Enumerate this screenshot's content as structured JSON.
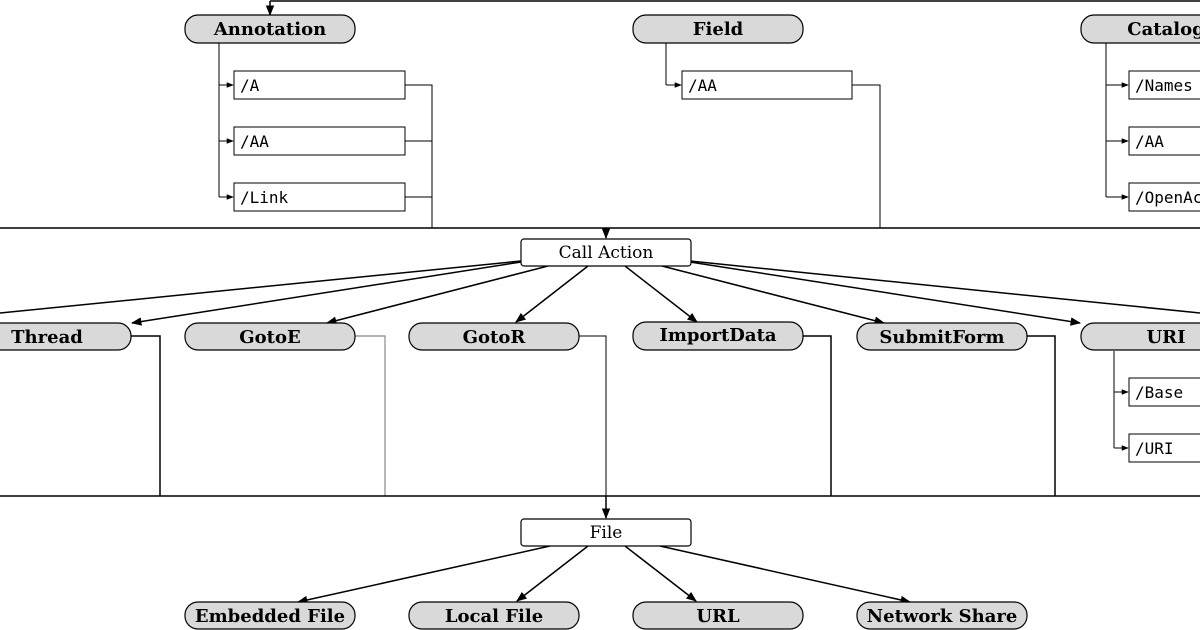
{
  "sources": {
    "annotation": {
      "label": "Annotation",
      "keys": [
        "/A",
        "/AA",
        "/Link"
      ]
    },
    "field": {
      "label": "Field",
      "keys": [
        "/AA"
      ]
    },
    "catalog": {
      "label": "Catalog",
      "keys": [
        "/Names",
        "/AA",
        "/OpenAction"
      ]
    }
  },
  "call_action": {
    "label": "Call Action"
  },
  "actions": {
    "thread": {
      "label": "Thread"
    },
    "gotoe": {
      "label": "GotoE"
    },
    "gotor": {
      "label": "GotoR"
    },
    "importdata": {
      "label": "ImportData"
    },
    "submitform": {
      "label": "SubmitForm"
    },
    "uri": {
      "label": "URI",
      "keys": [
        "/Base",
        "/URI"
      ]
    }
  },
  "file": {
    "label": "File"
  },
  "targets": {
    "embedded": {
      "label": "Embedded File"
    },
    "local": {
      "label": "Local File"
    },
    "url": {
      "label": "URL"
    },
    "network": {
      "label": "Network Share"
    }
  }
}
